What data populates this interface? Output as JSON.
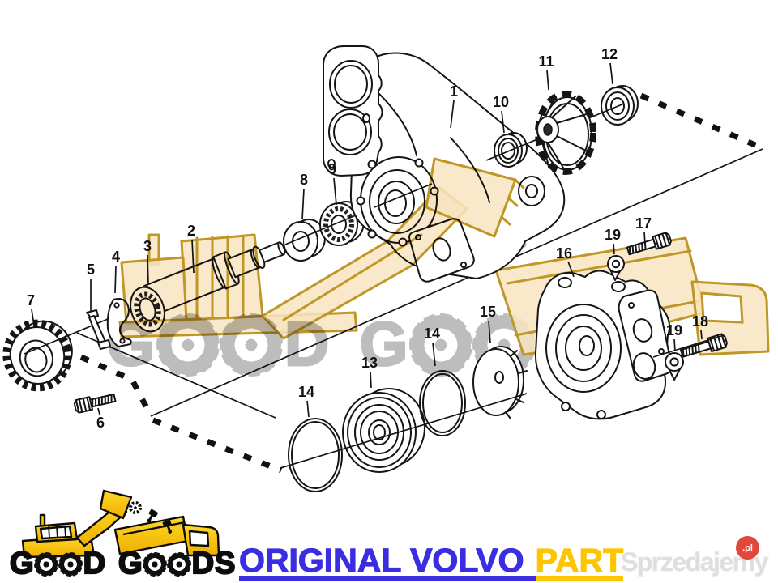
{
  "watermark": {
    "brand_text": "GOOD GOODS",
    "machines": [
      "wheel-loader",
      "dump-truck"
    ],
    "falling_icons": [
      "gear-icon",
      "piston-icon",
      "piston-icon"
    ]
  },
  "diagram": {
    "part_labels": [
      "1",
      "2",
      "3",
      "4",
      "5",
      "6",
      "7",
      "8",
      "9",
      "10",
      "11",
      "12",
      "13",
      "14",
      "14",
      "15",
      "16",
      "17",
      "18",
      "19",
      "19"
    ]
  },
  "footer": {
    "logo": {
      "text": "GOOD GOODS",
      "machines": [
        "wheel-loader",
        "dump-truck"
      ],
      "icons": [
        "gear-icon",
        "piston-icon",
        "piston-icon"
      ]
    },
    "headline": {
      "primary": "ORIGINAL VOLVO",
      "highlight": "PART"
    },
    "site": {
      "name": "Sprzedajemy",
      "badge": ".pl"
    }
  },
  "colors": {
    "headline_blue": "#3a2de2",
    "headline_gold": "#fdc500",
    "logo_yellow": "#f8c912",
    "watermark_tan": "#f9e4c1",
    "watermark_gold": "#bf9727",
    "watermark_gray": "#bdbdbd",
    "badge_red": "#e2473c",
    "ink": "#151515"
  }
}
